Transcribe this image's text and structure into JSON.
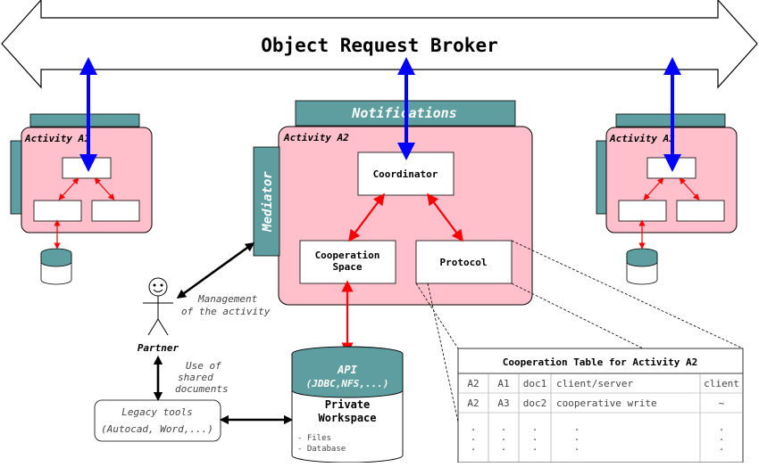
{
  "broker": {
    "title": "Object Request Broker"
  },
  "activities": {
    "a1": {
      "label": "Activity A1"
    },
    "a2": {
      "label": "Activity A2"
    },
    "a3": {
      "label": "Activity A3"
    }
  },
  "a2": {
    "notifications": "Notifications",
    "mediator": "Mediator",
    "coordinator": "Coordinator",
    "cooperation_space_line1": "Cooperation",
    "cooperation_space_line2": "Space",
    "protocol": "Protocol"
  },
  "partner": {
    "label": "Partner",
    "management_line1": "Management",
    "management_line2": "of the activity",
    "use_line1": "Use of",
    "use_line2": "shared",
    "use_line3": "documents"
  },
  "legacy": {
    "line1": "Legacy tools",
    "line2": "(Autocad, Word,...)"
  },
  "workspace": {
    "api": "API",
    "api_sub": "(JDBC,NFS,...)",
    "title_line1": "Private",
    "title_line2": "Workspace",
    "item1": "- Files",
    "item2": "- Database"
  },
  "coop_table": {
    "title": "Cooperation Table for Activity A2",
    "rows": [
      [
        "A2",
        "A1",
        "doc1",
        "client/server",
        "client"
      ],
      [
        "A2",
        "A3",
        "doc2",
        "cooperative write",
        "~"
      ]
    ],
    "dots": ".",
    "dots2": "."
  },
  "colors": {
    "activity_fill": "#ffc0cb",
    "teal": "#5f9ea0",
    "blue_arrow": "#0000ff",
    "red_arrow": "#ff0000"
  }
}
